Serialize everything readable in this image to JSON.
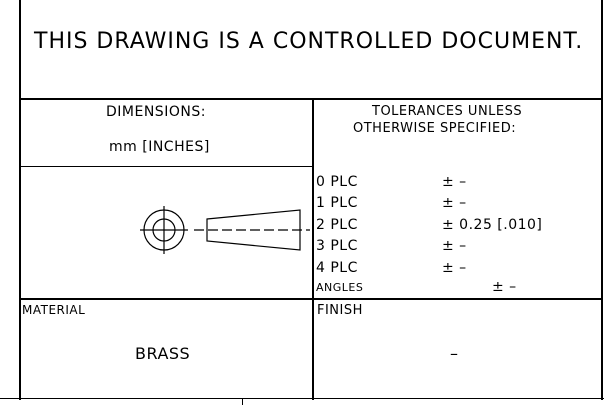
{
  "header": {
    "statement": "THIS DRAWING IS A CONTROLLED DOCUMENT."
  },
  "dimensions": {
    "label": "DIMENSIONS:",
    "units": "mm [INCHES]"
  },
  "tolerances": {
    "heading_line1": "TOLERANCES UNLESS",
    "heading_line2": "OTHERWISE SPECIFIED:",
    "rows": [
      {
        "label": "0  PLC",
        "value": "± –"
      },
      {
        "label": "1  PLC",
        "value": "± –"
      },
      {
        "label": "2  PLC",
        "value": "± 0.25 [.010]"
      },
      {
        "label": "3  PLC",
        "value": "± –"
      },
      {
        "label": "4  PLC",
        "value": "± –"
      }
    ],
    "angles_label": "ANGLES",
    "angles_value": "± –"
  },
  "projection_symbol": {
    "icon": "third-angle-projection-icon"
  },
  "material": {
    "label": "MATERIAL",
    "value": "BRASS"
  },
  "finish": {
    "label": "FINISH",
    "value": "–"
  }
}
